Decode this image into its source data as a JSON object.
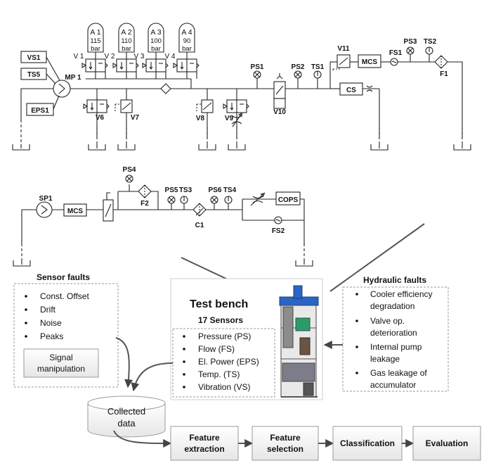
{
  "hydraulic_circuit": {
    "accumulators": [
      {
        "label": "A 1",
        "pressure": "115",
        "unit": "bar"
      },
      {
        "label": "A 2",
        "pressure": "110",
        "unit": "bar"
      },
      {
        "label": "A 3",
        "pressure": "100",
        "unit": "bar"
      },
      {
        "label": "A 4",
        "pressure": "90",
        "unit": "bar"
      }
    ],
    "valves_top": [
      "V 1",
      "V 2",
      "V 3",
      "V 4"
    ],
    "main": {
      "vs1": "VS1",
      "ts5": "TS5",
      "mp1": "MP 1",
      "eps1": "EPS1",
      "v6": "V6",
      "v7": "V7",
      "v8": "V8",
      "v9": "V9",
      "v10": "V10",
      "v11": "V11",
      "ps1": "PS1",
      "ps2": "PS2",
      "ts1": "TS1",
      "ps3": "PS3",
      "ts2": "TS2",
      "fs1": "FS1",
      "f1": "F1",
      "mcs": "MCS",
      "cs": "CS"
    },
    "cooling": {
      "sp1": "SP1",
      "mcs": "MCS",
      "ps4": "PS4",
      "f2": "F2",
      "ps5": "PS5",
      "ts3": "TS3",
      "ps6": "PS6",
      "ts4": "TS4",
      "c1": "C1",
      "cops": "COPS",
      "fs2": "FS2"
    }
  },
  "sensor_faults": {
    "title": "Sensor faults",
    "items": [
      "Const. Offset",
      "Drift",
      "Noise",
      "Peaks"
    ],
    "manipulation": [
      "Signal",
      "manipulation"
    ]
  },
  "test_bench": {
    "title": "Test bench",
    "sensors_title": "17 Sensors",
    "sensors": [
      "Pressure (PS)",
      "Flow (FS)",
      "El. Power (EPS)",
      "Temp. (TS)",
      "Vibration (VS)"
    ]
  },
  "hydraulic_faults": {
    "title": "Hydraulic faults",
    "items": [
      [
        "Cooler efficiency",
        "degradation"
      ],
      [
        "Valve op.",
        "deterioration"
      ],
      [
        "Internal pump",
        "leakage"
      ],
      [
        "Gas leakage of",
        "accumulator"
      ]
    ]
  },
  "collected_data": [
    "Collected",
    "data"
  ],
  "pipeline": [
    [
      "Feature",
      "extraction"
    ],
    [
      "Feature",
      "selection"
    ],
    [
      "Classification"
    ],
    [
      "Evaluation"
    ]
  ]
}
